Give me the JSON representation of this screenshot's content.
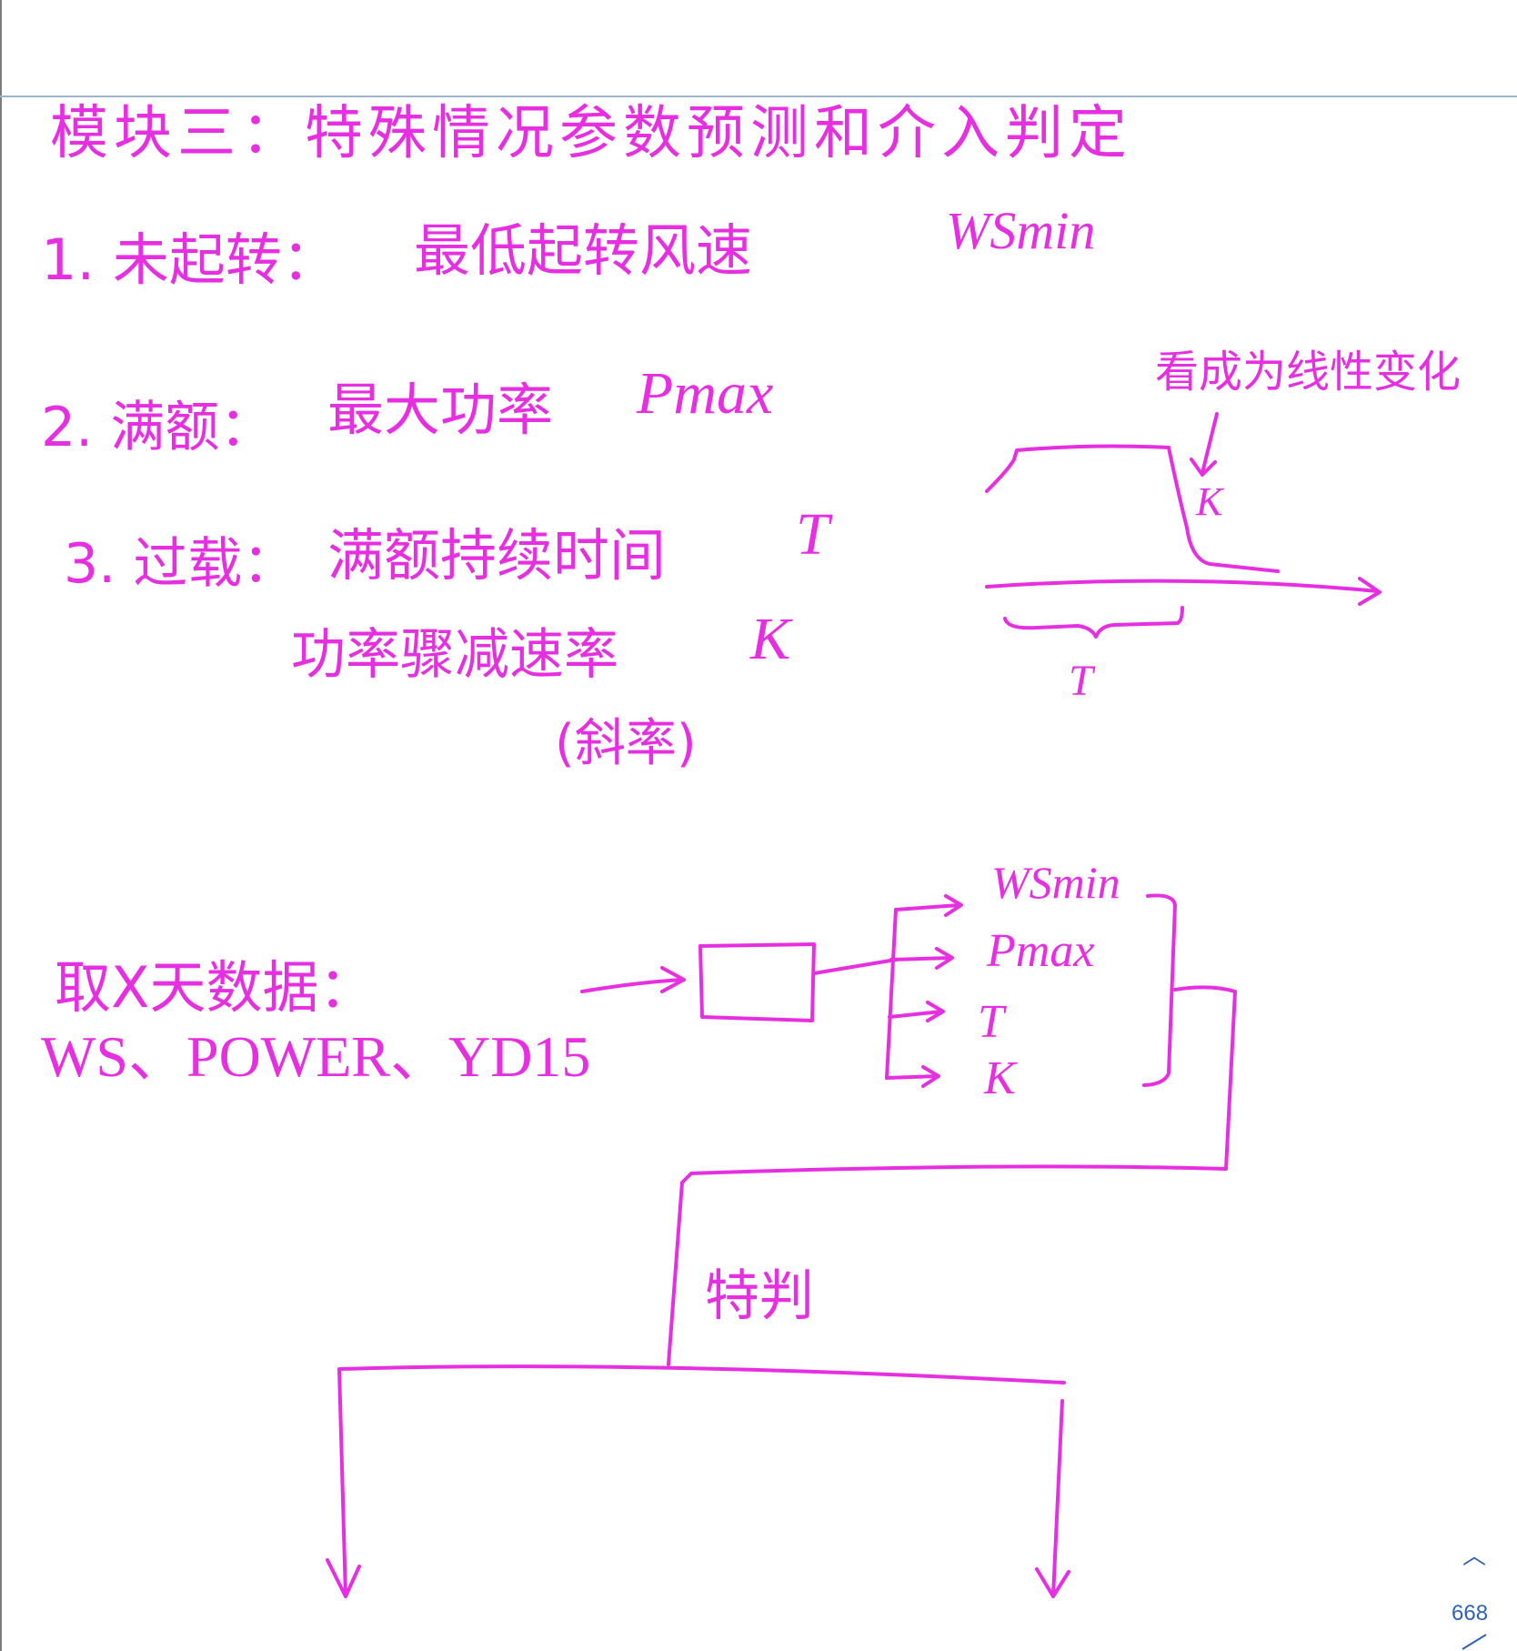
{
  "notes": {
    "title": "模块三：特殊情况参数预测和介入判定",
    "item1_label": "1. 未起转：",
    "item1_text": "最低起转风速",
    "item1_symbol": "WSmin",
    "item2_label": "2. 满额：",
    "item2_text": "最大功率",
    "item2_symbol": "Pmax",
    "item3_label": "3. 过载：",
    "item3_text": "满额持续时间",
    "item3_symbol": "T",
    "item3b_text": "功率骤减速率",
    "item3b_symbol": "K",
    "item3b_note": "(斜率)",
    "annotation": "看成为线性变化",
    "curve_k": "K",
    "curve_t": "T"
  },
  "flow": {
    "input_line1": "取X天数据：",
    "input_line2": "WS、POWER、YD15",
    "outputs": [
      "WSmin",
      "Pmax",
      "T",
      "K"
    ],
    "judge_label": "特判"
  },
  "page": {
    "number": "668"
  },
  "colors": {
    "ink": "#e62fe0",
    "ruled_line": "#9fb4c9",
    "nav": "#2f62b7"
  }
}
